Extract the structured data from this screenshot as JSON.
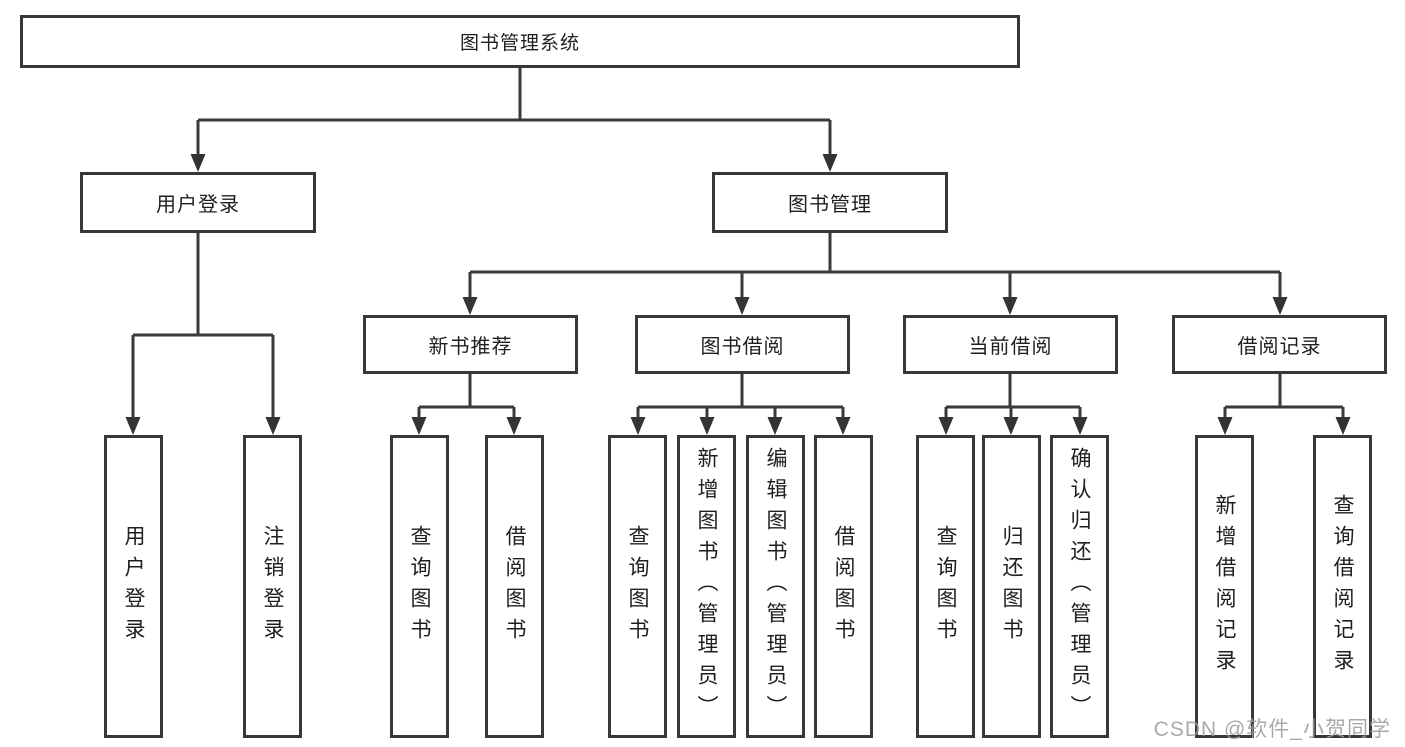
{
  "diagram": {
    "title": "图书管理系统",
    "tree": {
      "root": {
        "label": "图书管理系统",
        "children": [
          {
            "label": "用户登录",
            "children": [
              {
                "label": "用户登录"
              },
              {
                "label": "注销登录"
              }
            ]
          },
          {
            "label": "图书管理",
            "children": [
              {
                "label": "新书推荐",
                "children": [
                  {
                    "label": "查询图书"
                  },
                  {
                    "label": "借阅图书"
                  }
                ]
              },
              {
                "label": "图书借阅",
                "children": [
                  {
                    "label": "查询图书"
                  },
                  {
                    "label": "新增图书（管理员）"
                  },
                  {
                    "label": "编辑图书（管理员）"
                  },
                  {
                    "label": "借阅图书"
                  }
                ]
              },
              {
                "label": "当前借阅",
                "children": [
                  {
                    "label": "查询图书"
                  },
                  {
                    "label": "归还图书"
                  },
                  {
                    "label": "确认归还（管理员）"
                  }
                ]
              },
              {
                "label": "借阅记录",
                "children": [
                  {
                    "label": "新增借阅记录"
                  },
                  {
                    "label": "查询借阅记录"
                  }
                ]
              }
            ]
          }
        ]
      }
    },
    "colors": {
      "line": "#3a3a3a",
      "border": "#383838",
      "text": "#1f1f1f",
      "background": "#ffffff",
      "watermark_text_color": "#9b9b9b"
    }
  },
  "watermark": {
    "text": "CSDN @软件_小贺同学"
  }
}
